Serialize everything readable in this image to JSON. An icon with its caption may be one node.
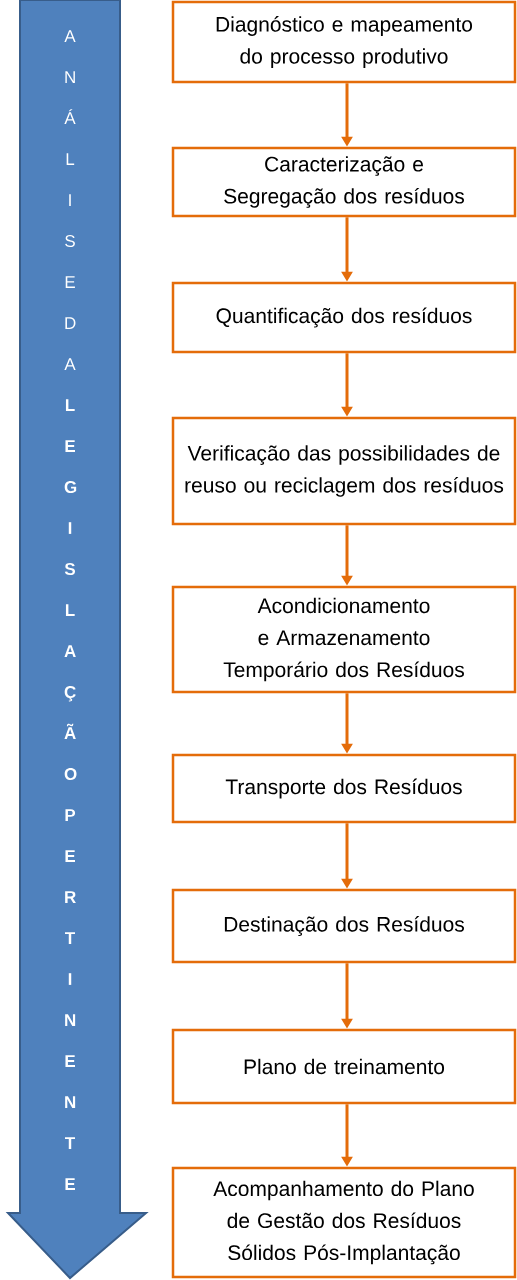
{
  "diagram": {
    "nodes": [
      {
        "text": [
          "ANÁLISE DA",
          "LEGISLAÇÃO PERTINENTE"
        ]
      },
      {
        "text": [
          "Diagnóstico e mapeamento do processo produtivo"
        ]
      },
      {
        "text": [
          "Caracterização e Segregação dos resíduos"
        ]
      },
      {
        "text": [
          "Quantificação dos resíduos"
        ]
      },
      {
        "text": [
          "Verificação das possibilidades de reuso ou reciclagem dos resíduos"
        ]
      },
      {
        "text": [
          "Acondicionamento e Armazenamento Temporário dos Resíduos"
        ]
      },
      {
        "text": [
          "Transporte dos Resíduos"
        ]
      },
      {
        "text": [
          "Destinação dos Resíduos"
        ]
      },
      {
        "text": [
          "Plano de treinamento"
        ]
      },
      {
        "text": [
          "Acompanhamento do Plano de Gestão dos Resíduos Sólidos Pós-Implantação"
        ]
      }
    ],
    "edges": [
      {
        "from": 1,
        "to": 2,
        "arrow": "to"
      },
      {
        "from": 2,
        "to": 3,
        "arrow": "to"
      },
      {
        "from": 3,
        "to": 4,
        "arrow": "to"
      },
      {
        "from": 4,
        "to": 5,
        "arrow": "to"
      },
      {
        "from": 5,
        "to": 6,
        "arrow": "to"
      },
      {
        "from": 6,
        "to": 7,
        "arrow": "to"
      },
      {
        "from": 7,
        "to": 8,
        "arrow": "to"
      },
      {
        "from": 8,
        "to": 9,
        "arrow": "to"
      }
    ]
  }
}
